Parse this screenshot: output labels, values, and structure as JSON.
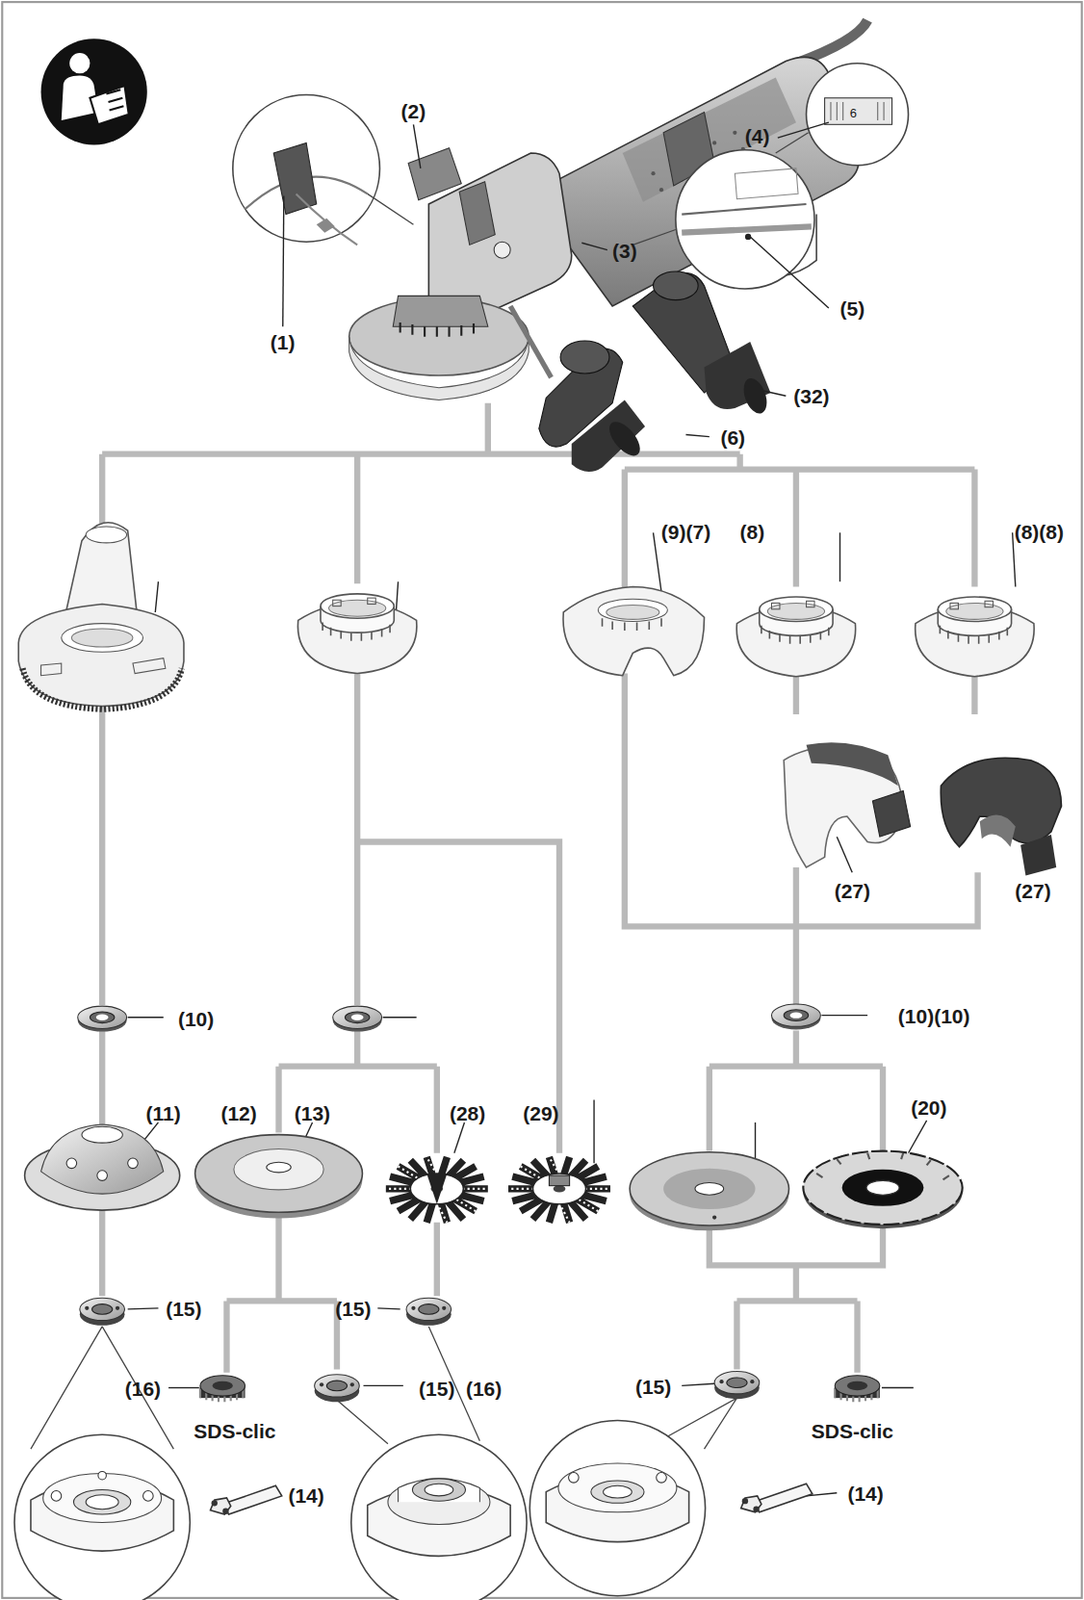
{
  "diagram": {
    "labels": [
      "(2)",
      "6",
      "(4)",
      "(3)",
      "(5)",
      "(1)",
      "(32)",
      "(6)",
      "(9)(7)",
      "(8)",
      "(8)(8)",
      "(27)",
      "(27)",
      "(10)",
      "(10)(10)",
      "(11)",
      "(12)",
      "(13)",
      "(28)",
      "(29)",
      "(20)",
      "(15)",
      "(15)",
      "(16)",
      "(15)",
      "(16)",
      "SDS-clic",
      "(15)",
      "SDS-clic",
      "(14)",
      "(14)"
    ]
  }
}
